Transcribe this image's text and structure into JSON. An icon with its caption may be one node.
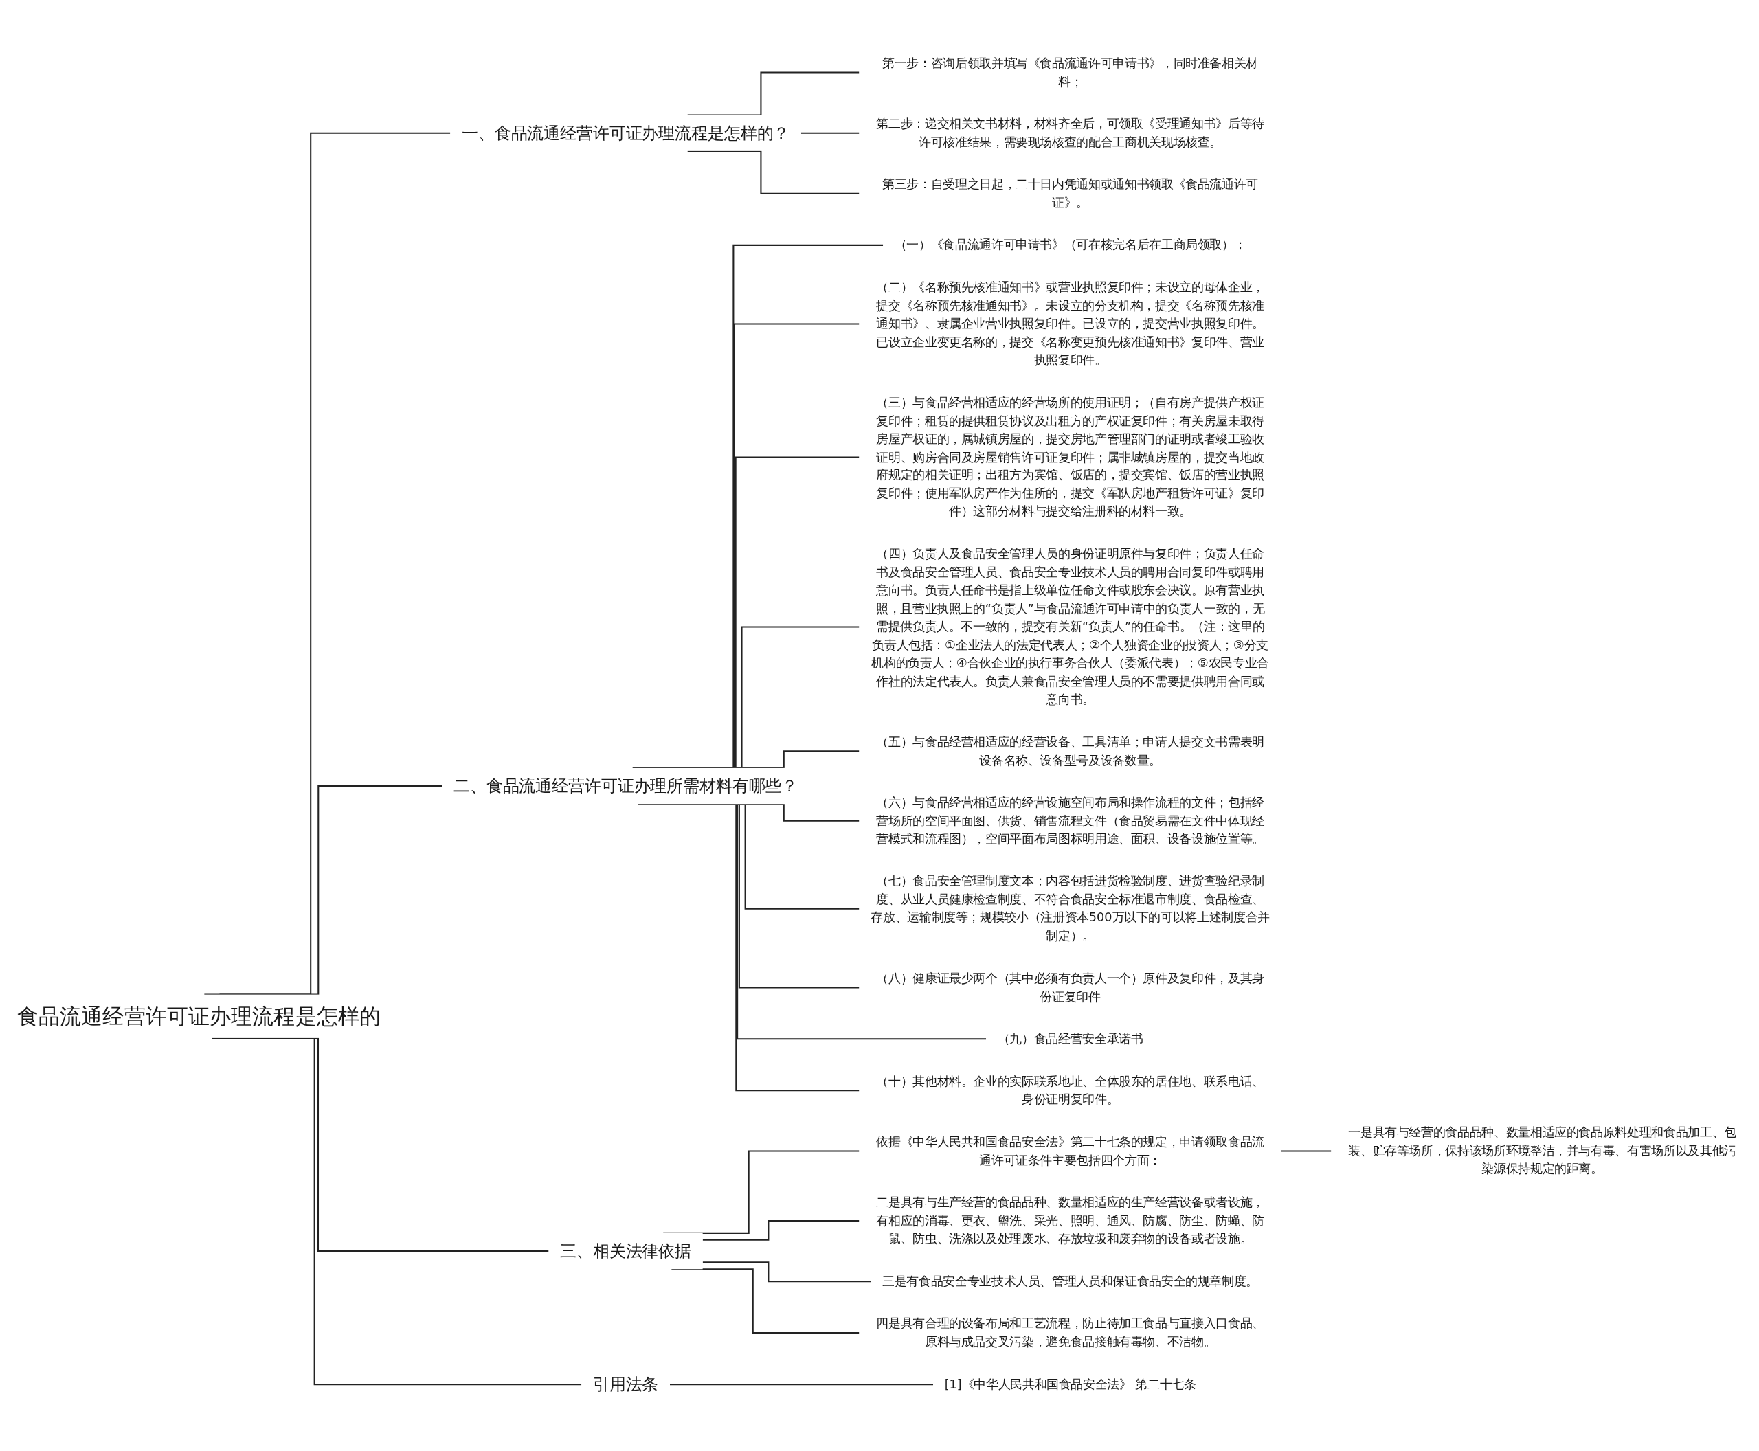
{
  "diagram": {
    "nodes": [
      {
        "text": [
          "食品流通经营许可证办理流程是怎样的"
        ]
      },
      {
        "text": [
          "一、食品流通经营许可证办理流程是怎样的？"
        ]
      },
      {
        "text": [
          "第一步：咨询后领取并填写《食品流通许可申请书》，同时准备相关材料；"
        ]
      },
      {
        "text": [
          "第二步：递交相关文书材料，材料齐全后，可领取《受理通知书》后等待许可核准结果，需要现场核查的配合工商机关现场核查。"
        ]
      },
      {
        "text": [
          "第三步：自受理之日起，二十日内凭通知或通知书领取《食品流通许可证》。"
        ]
      },
      {
        "text": [
          "二、食品流通经营许可证办理所需材料有哪些？"
        ]
      },
      {
        "text": [
          "（一）《食品流通许可申请书》（可在核完名后在工商局领取）；"
        ]
      },
      {
        "text": [
          "（二）《名称预先核准通知书》或营业执照复印件；未设立的母体企业，提交《名称预先核准通知书》。未设立的分支机构，提交《名称预先核准通知书》、隶属企业营业执照复印件。已设立的，提交营业执照复印件。已设立企业变更名称的，提交《名称变更预先核准通知书》复印件、营业执照复印件。"
        ]
      },
      {
        "text": [
          "（三）与食品经营相适应的经营场所的使用证明；（自有房产提供产权证复印件；租赁的提供租赁协议及出租方的产权证复印件；有关房屋未取得房屋产权证的，属城镇房屋的，提交房地产管理部门的证明或者竣工验收证明、购房合同及房屋销售许可证复印件；属非城镇房屋的，提交当地政府规定的相关证明；出租方为宾馆、饭店的，提交宾馆、饭店的营业执照复印件；使用军队房产作为住所的，提交《军队房地产租赁许可证》复印件）这部分材料与提交给注册科的材料一致。"
        ]
      },
      {
        "text": [
          "（四）负责人及食品安全管理人员的身份证明原件与复印件；负责人任命书及食品安全管理人员、食品安全专业技术人员的聘用合同复印件或聘用意向书。负责人任命书是指上级单位任命文件或股东会决议。原有营业执照，且营业执照上的“负责人”与食品流通许可申请中的负责人一致的，无需提供负责人。不一致的，提交有关新“负责人”的任命书。（注：这里的负责人包括：①企业法人的法定代表人；②个人独资企业的投资人；③分支机构的负责人；④合伙企业的执行事务合伙人（委派代表）；⑤农民专业合作社的法定代表人。负责人兼食品安全管理人员的不需要提供聘用合同或意向书。"
        ]
      },
      {
        "text": [
          "（五）与食品经营相适应的经营设备、工具清单；申请人提交文书需表明设备名称、设备型号及设备数量。"
        ]
      },
      {
        "text": [
          "（六）与食品经营相适应的经营设施空间布局和操作流程的文件；包括经营场所的空间平面图、供货、销售流程文件（食品贸易需在文件中体现经营模式和流程图），空间平面布局图标明用途、面积、设备设施位置等。"
        ]
      },
      {
        "text": [
          "（七）食品安全管理制度文本；内容包括进货检验制度、进货查验纪录制度、从业人员健康检查制度、不符合食品安全标准退市制度、食品检查、存放、运输制度等；规模较小（注册资本500万以下的可以将上述制度合并制定）。"
        ]
      },
      {
        "text": [
          "（八）健康证最少两个（其中必须有负责人一个）原件及复印件，及其身份证复印件"
        ]
      },
      {
        "text": [
          "（九）食品经营安全承诺书"
        ]
      },
      {
        "text": [
          "（十）其他材料。企业的实际联系地址、全体股东的居住地、联系电话、身份证明复印件。"
        ]
      },
      {
        "text": [
          "三、相关法律依据"
        ]
      },
      {
        "text": [
          "依据《中华人民共和国食品安全法》第二十七条的规定，申请领取食品流通许可证条件主要包括四个方面："
        ]
      },
      {
        "text": [
          "一是具有与经营的食品品种、数量相适应的食品原料处理和食品加工、包装、贮存等场所，保持该场所环境整洁，并与有毒、有害场所以及其他污染源保持规定的距离。"
        ]
      },
      {
        "text": [
          "二是具有与生产经营的食品品种、数量相适应的生产经营设备或者设施，有相应的消毒、更衣、盥洗、采光、照明、通风、防腐、防尘、防蝇、防鼠、防虫、洗涤以及处理废水、存放垃圾和废弃物的设备或者设施。"
        ]
      },
      {
        "text": [
          "三是有食品安全专业技术人员、管理人员和保证食品安全的规章制度。"
        ]
      },
      {
        "text": [
          "四是具有合理的设备布局和工艺流程，防止待加工食品与直接入口食品、原料与成品交叉污染，避免食品接触有毒物、不洁物。"
        ]
      },
      {
        "text": [
          "引用法条"
        ]
      },
      {
        "text": [
          "[1]《中华人民共和国食品安全法》 第二十七条"
        ]
      }
    ],
    "edges": [
      {
        "from": 0,
        "to": 1,
        "arrow": "none"
      },
      {
        "from": 1,
        "to": 2,
        "arrow": "none"
      },
      {
        "from": 1,
        "to": 3,
        "arrow": "none"
      },
      {
        "from": 1,
        "to": 4,
        "arrow": "none"
      },
      {
        "from": 0,
        "to": 5,
        "arrow": "none"
      },
      {
        "from": 5,
        "to": 6,
        "arrow": "none"
      },
      {
        "from": 5,
        "to": 7,
        "arrow": "none"
      },
      {
        "from": 5,
        "to": 8,
        "arrow": "none"
      },
      {
        "from": 5,
        "to": 9,
        "arrow": "none"
      },
      {
        "from": 5,
        "to": 10,
        "arrow": "none"
      },
      {
        "from": 5,
        "to": 11,
        "arrow": "none"
      },
      {
        "from": 5,
        "to": 12,
        "arrow": "none"
      },
      {
        "from": 5,
        "to": 13,
        "arrow": "none"
      },
      {
        "from": 5,
        "to": 14,
        "arrow": "none"
      },
      {
        "from": 5,
        "to": 15,
        "arrow": "none"
      },
      {
        "from": 0,
        "to": 16,
        "arrow": "none"
      },
      {
        "from": 16,
        "to": 17,
        "arrow": "none"
      },
      {
        "from": 17,
        "to": 18,
        "arrow": "none"
      },
      {
        "from": 16,
        "to": 19,
        "arrow": "none"
      },
      {
        "from": 16,
        "to": 20,
        "arrow": "none"
      },
      {
        "from": 16,
        "to": 21,
        "arrow": "none"
      },
      {
        "from": 0,
        "to": 22,
        "arrow": "none"
      },
      {
        "from": 22,
        "to": 23,
        "arrow": "none"
      }
    ]
  }
}
